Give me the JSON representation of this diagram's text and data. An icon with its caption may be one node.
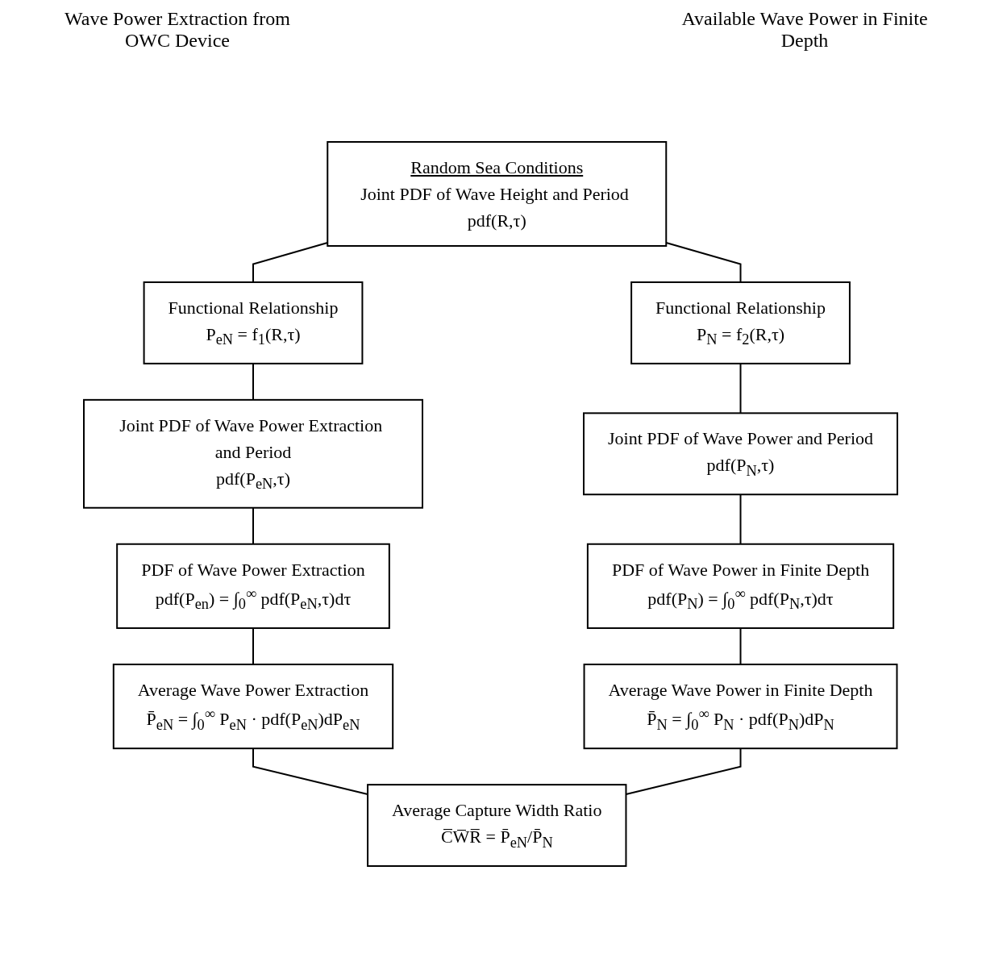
{
  "diagram": {
    "nodes": [
      {
        "text": [
          "Random Sea Conditions",
          "Joint PDF of Wave Height and Period pdf(R,τ)"
        ]
      },
      {
        "text": [
          "Functional Relationship",
          "P$_{eN}$ = f$_{1}$(R,τ)"
        ]
      },
      {
        "text": [
          "Joint PDF of Wave Power Extraction and Period",
          "pdf(P$_{eN}$,τ)"
        ]
      },
      {
        "text": [
          "PDF of Wave Power Extraction",
          "pdf(P$_{en}$) = ∫$_{0}$$^{∞}$ pdf(P$_{eN}$,τ)dτ"
        ]
      },
      {
        "text": [
          "Average Wave Power Extraction",
          "P̄$_{eN}$ = ∫$_{0}$$^{∞}$ P$_{eN}$ · pdf(P$_{eN}$)dP$_{eN}$"
        ]
      },
      {
        "text": [
          "Functional Relationship",
          "P$_{N}$ = f$_{2}$(R,τ)"
        ]
      },
      {
        "text": [
          "Joint PDF of Wave Power and Period",
          "pdf(P$_{N}$,τ)"
        ]
      },
      {
        "text": [
          "PDF of Wave Power in Finite Depth",
          "pdf(P$_{N}$) = ∫$_{0}$$^{∞}$ pdf(P$_{N}$,τ)dτ"
        ]
      },
      {
        "text": [
          "Average Wave Power in Finite Depth",
          "P̄$_{N}$ = ∫$_{0}$$^{∞}$ P$_{N}$ · pdf(P$_{N}$)dP$_{N}$"
        ]
      },
      {
        "text": [
          "Average Capture Width Ratio",
          "C̅W̅R̅ = P̄$_{eN}$/P̄$_{N}$"
        ]
      }
    ],
    "edges": [
      {
        "from": 0,
        "to": 1,
        "arrow": "none"
      },
      {
        "from": 0,
        "to": 5,
        "arrow": "none"
      },
      {
        "from": 1,
        "to": 2,
        "arrow": "none"
      },
      {
        "from": 2,
        "to": 3,
        "arrow": "none"
      },
      {
        "from": 3,
        "to": 4,
        "arrow": "none"
      },
      {
        "from": 5,
        "to": 6,
        "arrow": "none"
      },
      {
        "from": 6,
        "to": 7,
        "arrow": "none"
      },
      {
        "from": 7,
        "to": 8,
        "arrow": "none"
      },
      {
        "from": 4,
        "to": 9,
        "arrow": "none"
      },
      {
        "from": 8,
        "to": 9,
        "arrow": "none"
      }
    ],
    "labels": [
      "Wave Power Extraction from OWC Device",
      "Available Wave Power in Finite Depth"
    ]
  }
}
